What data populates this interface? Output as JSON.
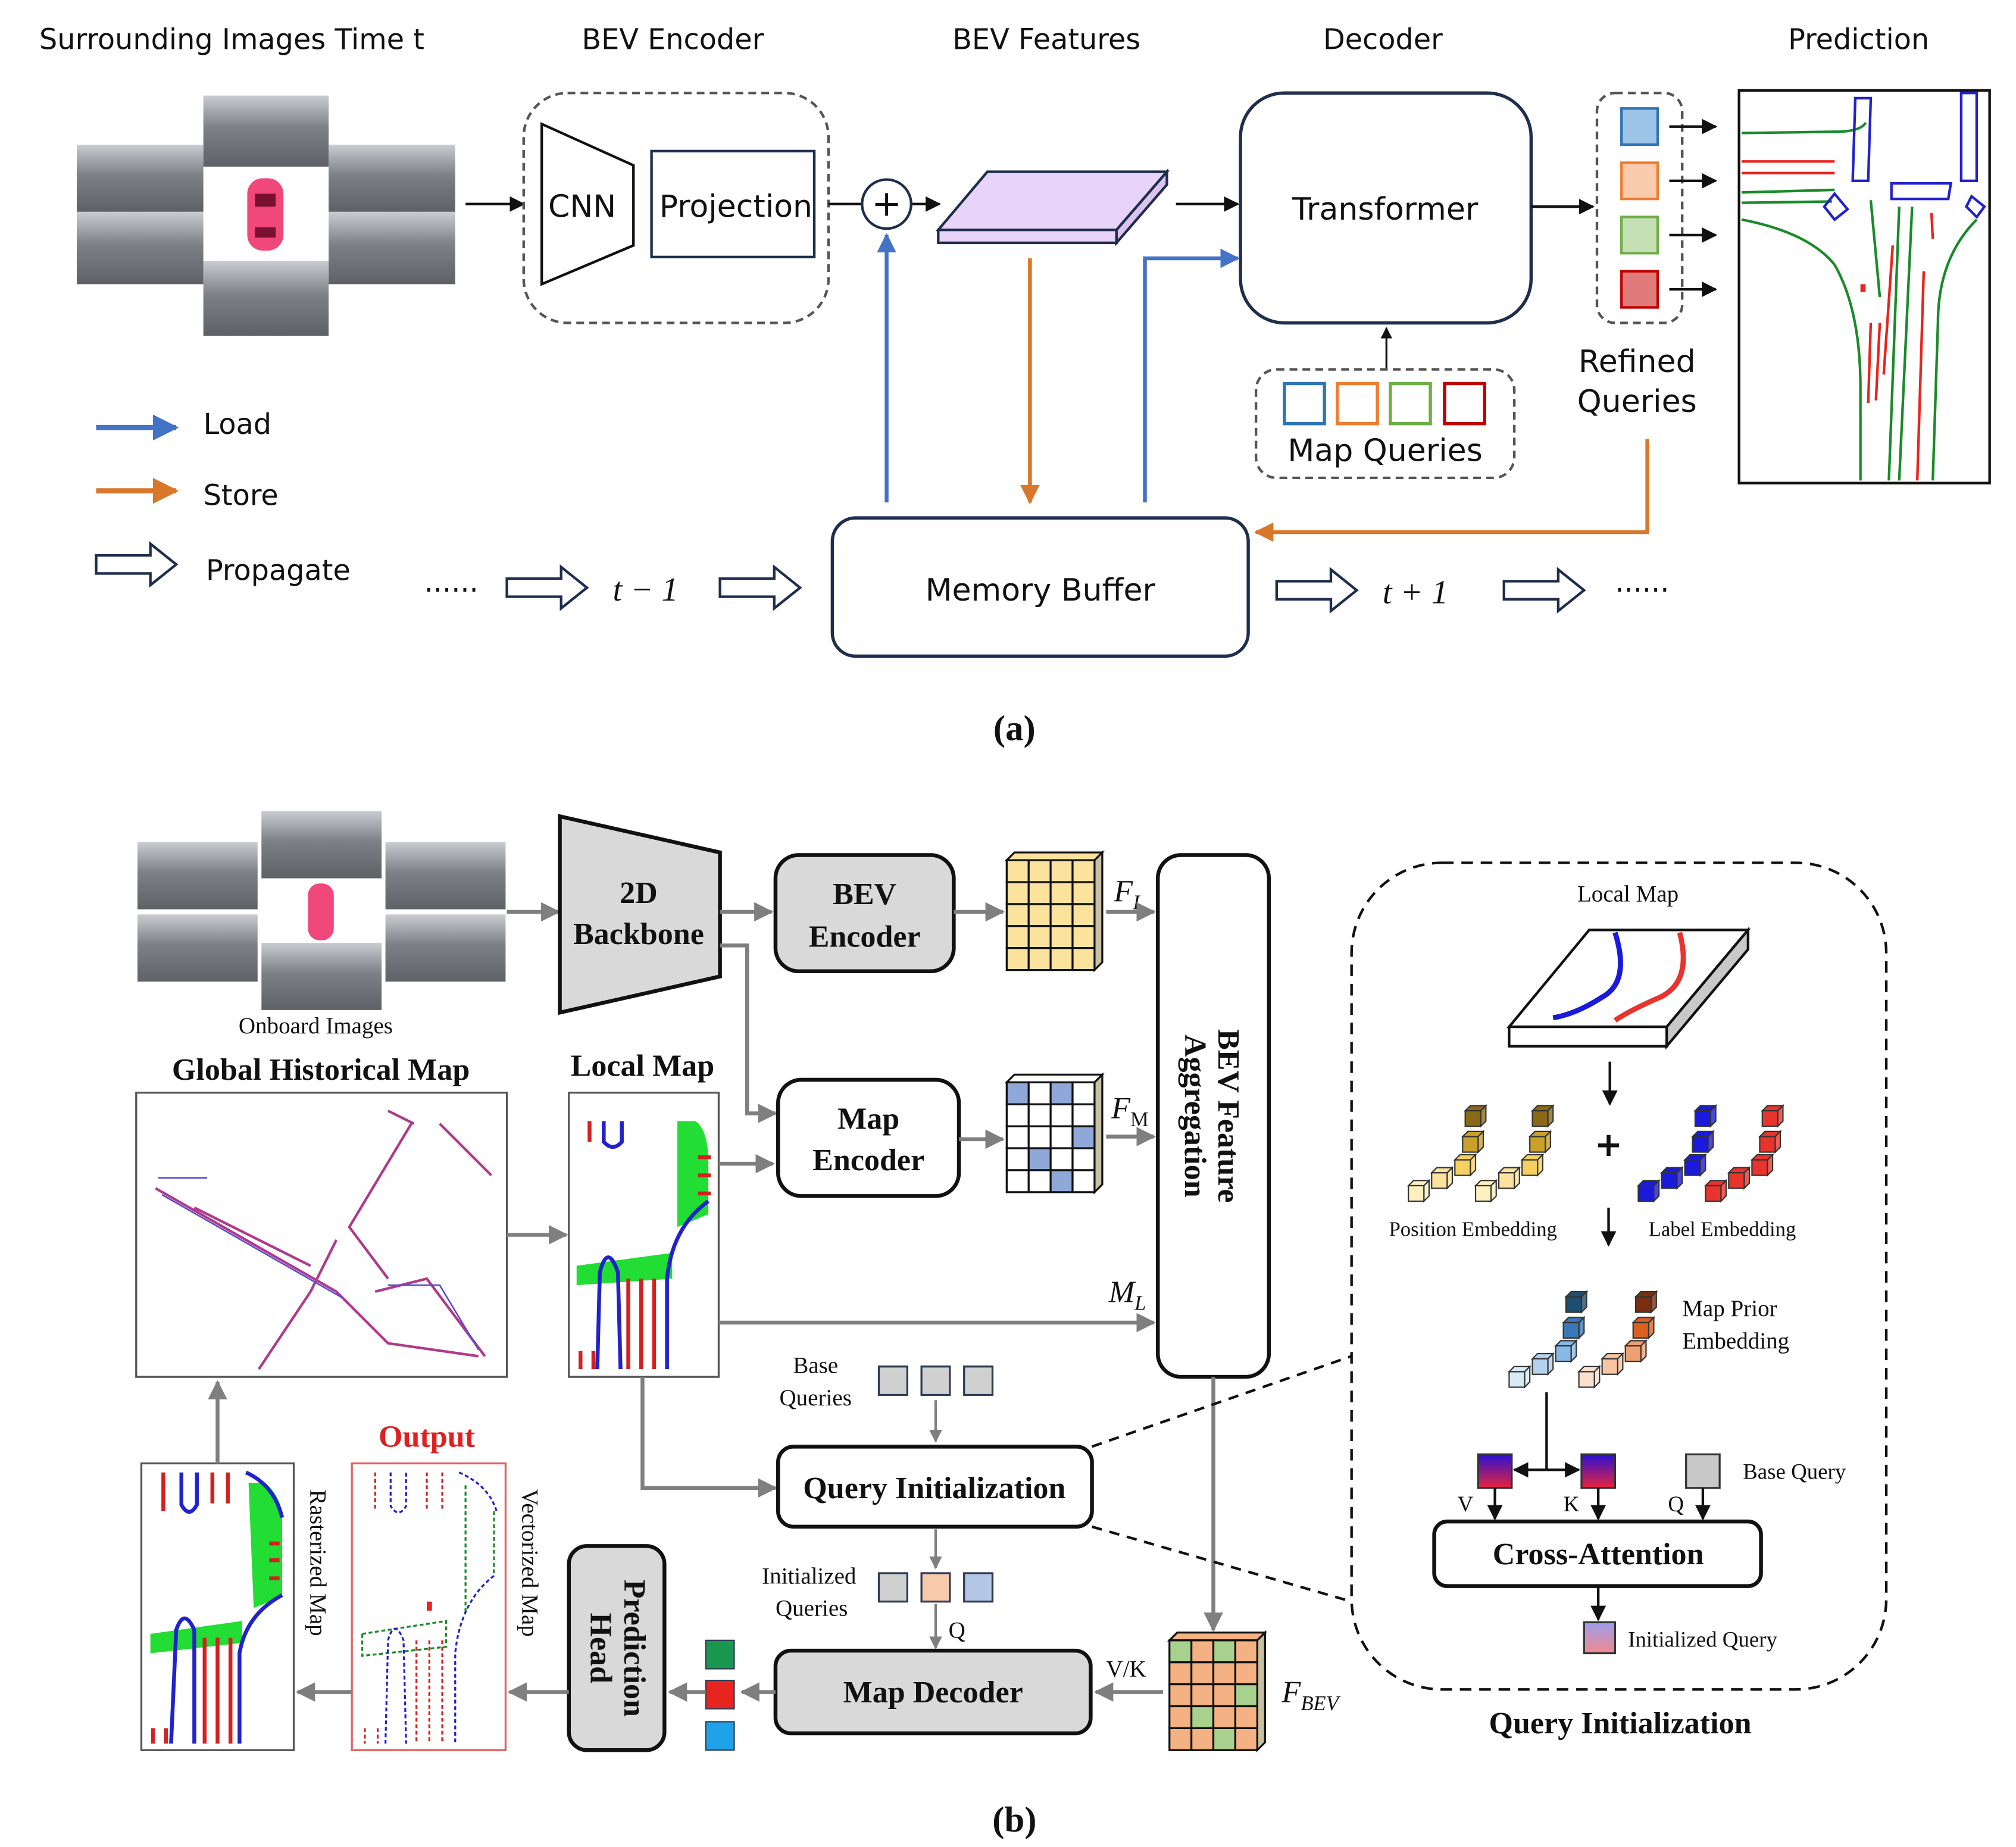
{
  "panel_a": {
    "caption": "(a)",
    "headers": {
      "surrounding_images": "Surrounding Images Time t",
      "bev_encoder": "BEV Encoder",
      "bev_features": "BEV Features",
      "decoder": "Decoder",
      "prediction": "Prediction"
    },
    "blocks": {
      "cnn": "CNN",
      "projection": "Projection",
      "plus": "+",
      "transformer": "Transformer",
      "map_queries": "Map Queries",
      "refined_queries_line1": "Refined",
      "refined_queries_line2": "Queries",
      "memory_buffer": "Memory Buffer"
    },
    "legend": [
      {
        "label": "Load",
        "color": "#4472c4",
        "icon": "blue-arrow-icon"
      },
      {
        "label": "Store",
        "color": "#d9772a",
        "icon": "orange-arrow-icon"
      },
      {
        "label": "Propagate",
        "color": "#1f2d4e",
        "icon": "hollow-arrow-icon"
      }
    ],
    "timeline": {
      "dots_left": "......",
      "t_minus": "t − 1",
      "t_plus": "t + 1",
      "dots_right": "......"
    },
    "query_colors": {
      "blue": "#9dc3e6",
      "orange": "#f8cbad",
      "green": "#c5e0b4",
      "red": "#e07b7b"
    },
    "query_border_colors": [
      "#2e75b6",
      "#ed7d31",
      "#70ad47",
      "#c00000"
    ]
  },
  "panel_b": {
    "caption": "(b)",
    "labels": {
      "onboard_images": "Onboard Images",
      "backbone_line1": "2D",
      "backbone_line2": "Backbone",
      "bev_encoder_line1": "BEV",
      "bev_encoder_line2": "Encoder",
      "map_encoder_line1": "Map",
      "map_encoder_line2": "Encoder",
      "f_i": "F",
      "f_i_sub": "I",
      "f_m": "F",
      "f_m_sub": "M",
      "m_l": "M",
      "m_l_sub": "L",
      "f_bev": "F",
      "f_bev_sub": "BEV",
      "aggregation_line1": "BEV Feature",
      "aggregation_line2": "Aggregation",
      "global_historical_map": "Global Historical Map",
      "local_map": "Local Map",
      "base_queries_line1": "Base",
      "base_queries_line2": "Queries",
      "query_initialization": "Query Initialization",
      "initialized_queries_line1": "Initialized",
      "initialized_queries_line2": "Queries",
      "q": "Q",
      "vk": "V/K",
      "map_decoder": "Map Decoder",
      "prediction_head_line1": "Prediction",
      "prediction_head_line2": "Head",
      "output": "Output",
      "vectorized_map": "Vectorized Map",
      "rasterized_map": "Rasterized Map"
    },
    "query_init_detail": {
      "title": "Query Initialization",
      "local_map": "Local Map",
      "plus": "+",
      "position_embedding": "Position Embedding",
      "label_embedding": "Label Embedding",
      "map_prior_line1": "Map Prior",
      "map_prior_line2": "Embedding",
      "v": "V",
      "k": "K",
      "q": "Q",
      "base_query": "Base Query",
      "cross_attention": "Cross-Attention",
      "initialized_query": "Initialized Query"
    },
    "colors": {
      "output_red": "#e02020",
      "bev_grid_yellow": "#fbe29d",
      "map_grid_blue": "#8fa8d8",
      "fbev_orange": "#f4b183",
      "fbev_green": "#a9d18e",
      "pred_green": "#1a9850",
      "pred_red": "#e8241f",
      "pred_blue": "#1fa3e8"
    }
  }
}
